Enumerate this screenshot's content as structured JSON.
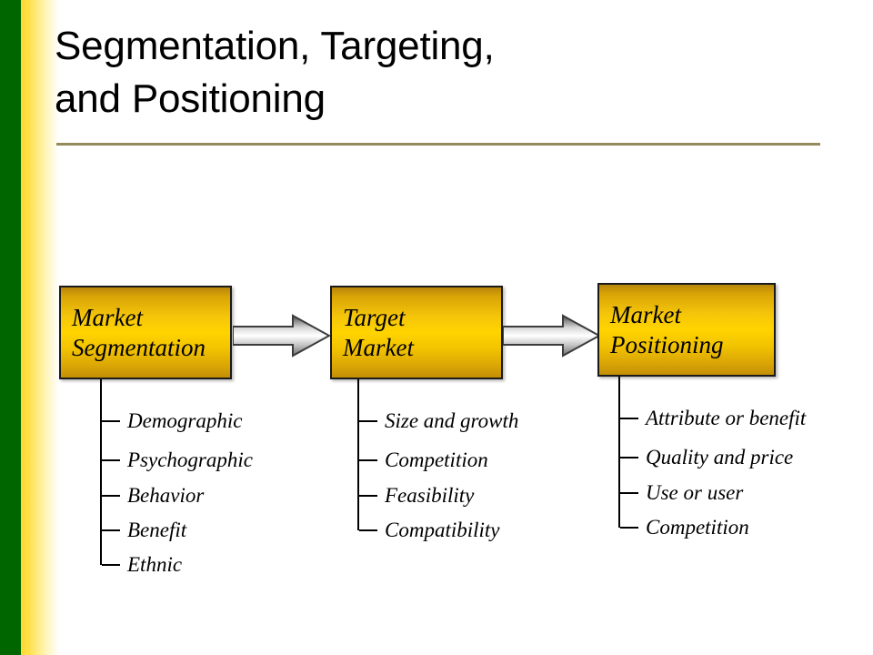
{
  "slide": {
    "title": "Segmentation, Targeting,\nand Positioning",
    "background_color": "#FFFFFF",
    "accent_green": "#006600",
    "accent_yellow": "#FFD92E",
    "rule_color": "#948B5C"
  },
  "diagram": {
    "type": "process-flow",
    "box_fill_top": "#B8860B",
    "box_fill_mid": "#FFD400",
    "box_border": "#1A1A1A",
    "arrow_fill": "#E8E8E8",
    "arrow_border": "#4D4D4D",
    "stages": [
      {
        "id": "market-segmentation",
        "label": "Market\nSegmentation",
        "items": [
          "Demographic",
          "Psychographic",
          "Behavior",
          "Benefit",
          "Ethnic"
        ]
      },
      {
        "id": "target-market",
        "label": "Target\nMarket",
        "items": [
          "Size and growth",
          "Competition",
          "Feasibility",
          "Compatibility"
        ]
      },
      {
        "id": "market-positioning",
        "label": "Market\nPositioning",
        "items": [
          "Attribute or benefit",
          "Quality and price",
          "Use or user",
          "Competition"
        ]
      }
    ],
    "connectors": [
      {
        "from": "market-segmentation",
        "to": "target-market",
        "glyph": "arrow-right"
      },
      {
        "from": "target-market",
        "to": "market-positioning",
        "glyph": "arrow-right"
      }
    ]
  }
}
